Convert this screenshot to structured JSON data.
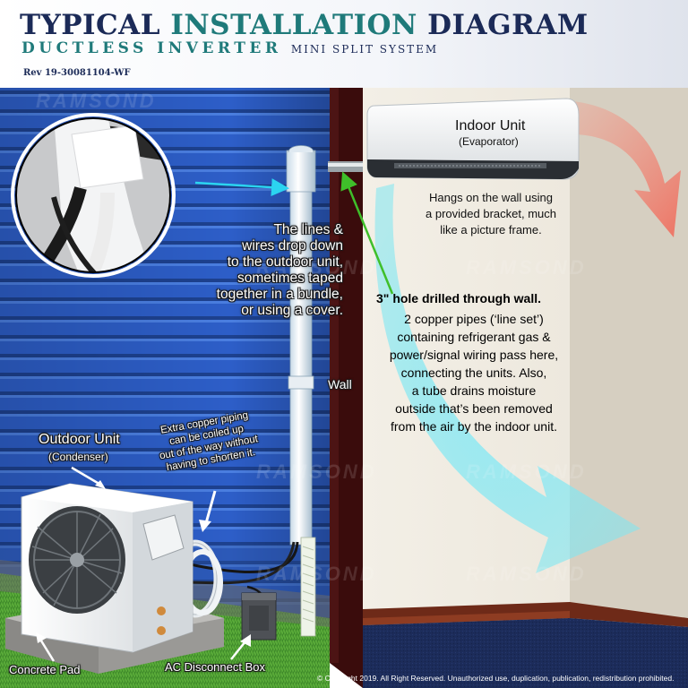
{
  "header": {
    "title_word1": "TYPICAL",
    "title_word2": "INSTALLATION",
    "title_word3": "DIAGRAM",
    "subtitle_main": "DUCTLESS INVERTER",
    "subtitle_small": "MINI SPLIT SYSTEM",
    "rev": "Rev 19-30081104-WF"
  },
  "labels": {
    "lines_text": [
      "The lines &",
      "wires drop down",
      "to the outdoor unit,",
      "sometimes taped",
      "together in a bundle,",
      "or using a cover."
    ],
    "extra_copper": [
      "Extra copper piping",
      "can be coiled up",
      "out of the way without",
      "having to shorten it."
    ],
    "outdoor_unit": "Outdoor Unit",
    "outdoor_sub": "(Condenser)",
    "concrete_pad": "Concrete Pad",
    "ac_disconnect": "AC Disconnect Box",
    "wall": "Wall",
    "indoor_unit": "Indoor Unit",
    "indoor_sub": "(Evaporator)",
    "hangs": [
      "Hangs on the wall using",
      "a provided bracket, much",
      "like a picture frame."
    ],
    "hole_title": "3\" hole drilled through wall.",
    "hole_body": [
      "2 copper pipes (‘line set’)",
      "containing refrigerant gas &",
      "power/signal wiring pass here,",
      "connecting the units. Also,",
      "a tube drains moisture",
      "outside that’s been removed",
      "from the air by the indoor unit."
    ],
    "copyright": "© Copyright 2019.  All Right Reserved. Unauthorized use, duplication, publication, redistribution prohibited."
  },
  "watermark": "RAMSOND",
  "colors": {
    "siding": "#2c5bc4",
    "wall_trim": "#3a0c0c",
    "interior_wall": "#ece8de",
    "carpet": "#1a2a55",
    "title_navy": "#1b2a57",
    "title_teal": "#1f7a7a",
    "airflow_blue": "#7de6f2",
    "airflow_red": "#f07a6a",
    "arrow_cyan": "#2bd4f0",
    "arrow_green": "#3fbf2a"
  }
}
